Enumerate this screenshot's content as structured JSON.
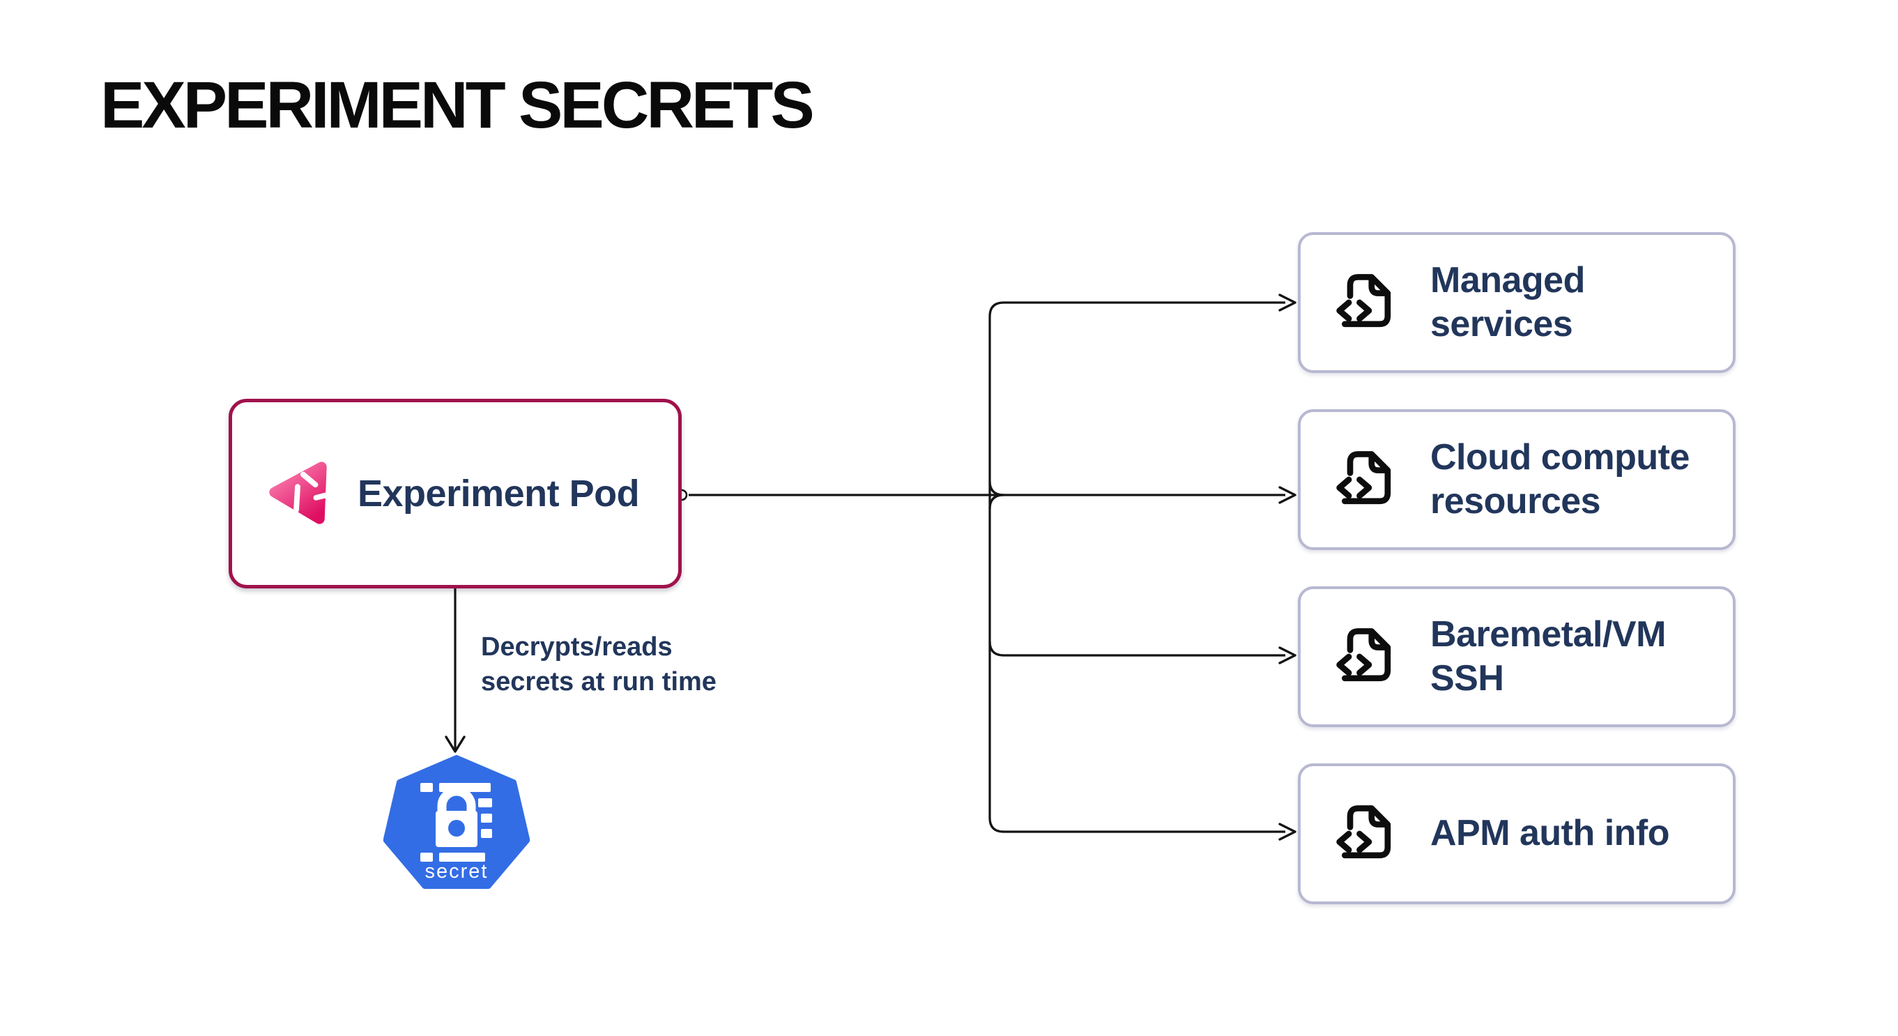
{
  "title": "EXPERIMENT SECRETS",
  "pod": {
    "label": "Experiment Pod",
    "icon": "litmus-experiment-logo"
  },
  "note": {
    "line1": "Decrypts/reads",
    "line2": "secrets at run time"
  },
  "secret": {
    "label": "secret",
    "icon": "kubernetes-secret-icon"
  },
  "targets": [
    {
      "label": "Managed services",
      "icon": "file-code-icon"
    },
    {
      "label": "Cloud compute resources",
      "icon": "file-code-icon"
    },
    {
      "label": "Baremetal/VM SSH",
      "icon": "file-code-icon"
    },
    {
      "label": "APM auth info",
      "icon": "file-code-icon"
    }
  ],
  "theme": {
    "pod-border": "#a0124b",
    "target-border": "#b7b8d2",
    "text-navy": "#22365b",
    "line-color": "#141414",
    "k8s-blue": "#336de5",
    "logo-pink-light": "#fa80b0",
    "logo-pink-dark": "#df0e62",
    "title-color": "#0a0a0a",
    "background": "#ffffff"
  }
}
